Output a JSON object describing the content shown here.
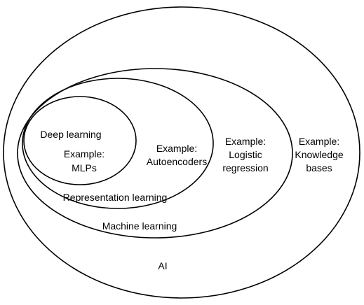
{
  "ai": {
    "label": "AI",
    "example": [
      "Example:",
      "Knowledge",
      "bases"
    ]
  },
  "machine_learning": {
    "label": "Machine learning",
    "example": [
      "Example:",
      "Logistic",
      "regression"
    ]
  },
  "representation_learning": {
    "label": "Representation learning",
    "example": [
      "Example:",
      "Autoencoders"
    ]
  },
  "deep_learning": {
    "label": "Deep learning",
    "example": [
      "Example:",
      "MLPs"
    ]
  },
  "colors": {
    "stroke": "#000000",
    "text": "#000000",
    "background": "#ffffff"
  }
}
